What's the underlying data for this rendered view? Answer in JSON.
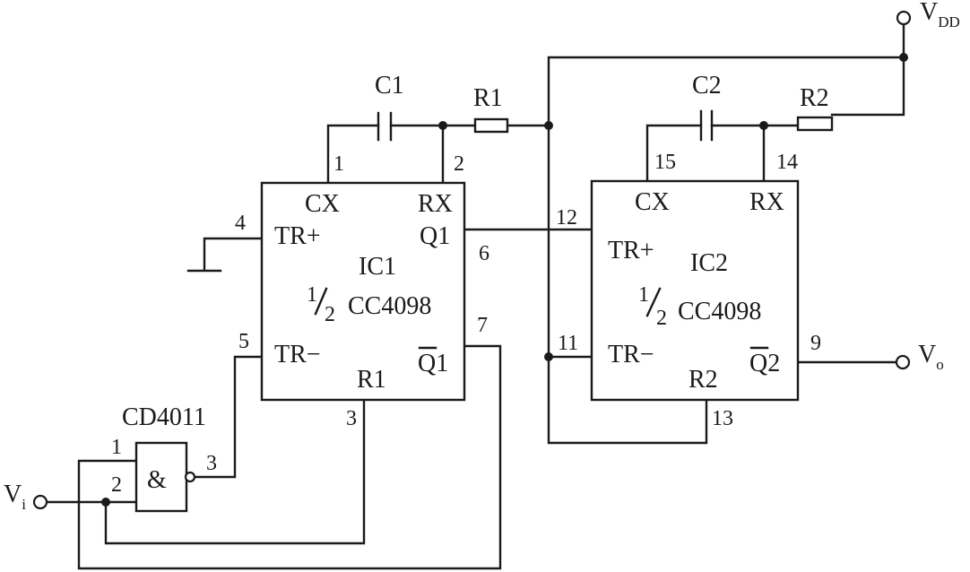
{
  "components": {
    "c1": "C1",
    "r1": "R1",
    "c2": "C2",
    "r2": "R2",
    "vdd_main": "V",
    "vdd_sub": "DD",
    "vi_main": "V",
    "vi_sub": "i",
    "vo_main": "V",
    "vo_sub": "o"
  },
  "gate": {
    "label": "CD4011",
    "symbol": "&",
    "pin_in1": "1",
    "pin_in2": "2",
    "pin_out": "3"
  },
  "ic1": {
    "name": "IC1",
    "part": "CC4098",
    "cx": "CX",
    "rx": "RX",
    "trp": "TR+",
    "trm": "TR−",
    "q": "Q1",
    "qbar_letter": "Q",
    "qbar_num": "1",
    "reset": "R1",
    "pins": {
      "cx": "1",
      "rx": "2",
      "trp": "4",
      "trm": "5",
      "q": "6",
      "qbar": "7",
      "reset": "3"
    }
  },
  "ic2": {
    "name": "IC2",
    "part": "CC4098",
    "cx": "CX",
    "rx": "RX",
    "trp": "TR+",
    "trm": "TR−",
    "qbar_letter": "Q",
    "qbar_num": "2",
    "reset": "R2",
    "pins": {
      "cx": "15",
      "rx": "14",
      "trp": "12",
      "trm": "11",
      "qbar": "9",
      "reset": "13"
    }
  },
  "half": {
    "num": "1",
    "den": "2"
  }
}
